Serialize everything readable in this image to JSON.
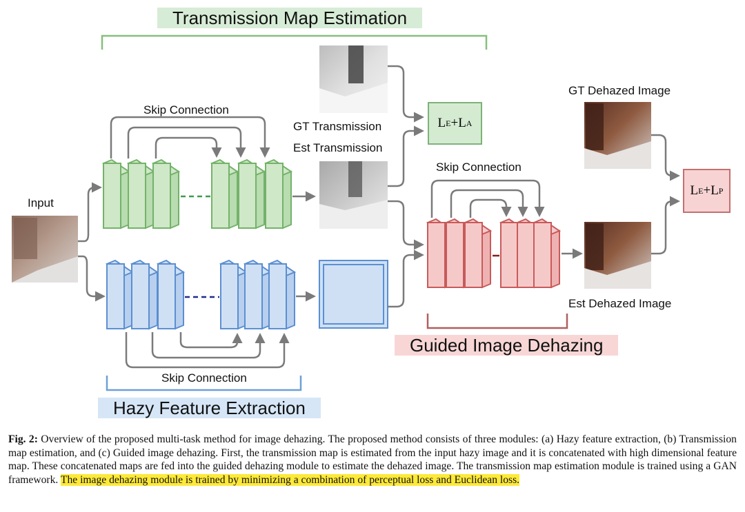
{
  "labels": {
    "transmission_title": "Transmission Map Estimation",
    "hazy_title": "Hazy Feature Extraction",
    "guided_title": "Guided Image Dehazing",
    "skip_top": "Skip Connection",
    "skip_bottom": "Skip Connection",
    "skip_right": "Skip Connection",
    "input": "Input",
    "gt_transmission": "GT Transmission",
    "est_transmission": "Est Transmission",
    "gt_dehazed": "GT Dehazed Image",
    "est_dehazed": "Est Dehazed Image"
  },
  "losses": {
    "transmission": {
      "base1": "L",
      "sub1": "E",
      "plus": "+",
      "base2": "L",
      "sub2": "A"
    },
    "dehazing": {
      "base1": "L",
      "sub1": "E",
      "plus": "+",
      "base2": "L",
      "sub2": "P"
    }
  },
  "caption": {
    "fig_label": "Fig. 2:",
    "text": " Overview of the proposed multi-task method for image dehazing. The proposed method consists of three modules: (a) Hazy feature extraction, (b) Transmission map estimation, and (c) Guided image dehazing. First, the transmission map is estimated from the input hazy image and it is concatenated with high dimensional feature map. These concatenated maps are fed into the guided dehazing module to estimate the dehazed image. The transmission map estimation module is trained using a GAN framework. ",
    "highlight": "The image dehazing module is trained by minimizing a combination of perceptual loss and Euclidean loss."
  },
  "colors": {
    "green_fill": "#cfe8c8",
    "green_stroke": "#74b26a",
    "blue_fill": "#cfe0f5",
    "blue_stroke": "#5b8fd0",
    "red_fill": "#f6c9c9",
    "red_stroke": "#c85a5a",
    "arrow": "#7a7a7a",
    "highlight": "#fde93a"
  },
  "icons": [
    "hazy-room-photo",
    "gt-transmission-map",
    "est-transmission-map",
    "gt-dehazed-photo",
    "est-dehazed-photo",
    "feature-map-square"
  ]
}
